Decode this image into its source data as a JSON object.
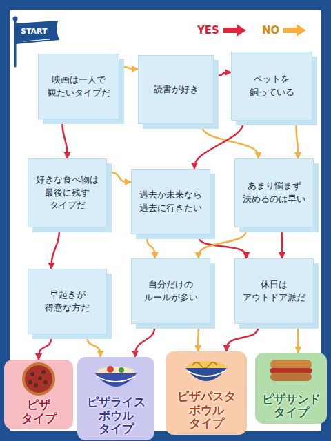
{
  "diagram": {
    "nodes": [
      {
        "text": [
          "映画は一人で 観たいタイプだ"
        ]
      },
      {
        "text": [
          "読書が好き"
        ]
      },
      {
        "text": [
          "ペットを 飼っている"
        ]
      },
      {
        "text": [
          "好きな食べ物は 最後に残す タイプだ"
        ]
      },
      {
        "text": [
          "過去か未来なら 過去に行きたい"
        ]
      },
      {
        "text": [
          "あまり悩まず 決めるのは早い"
        ]
      },
      {
        "text": [
          "早起きが 得意な方だ"
        ]
      },
      {
        "text": [
          "自分だけの ルールが多い"
        ]
      },
      {
        "text": [
          "休日は アウトドア派だ"
        ]
      },
      {
        "text": [
          "ピザ タイプ"
        ]
      },
      {
        "text": [
          "ピザライス ボウル タイプ"
        ]
      },
      {
        "text": [
          "ピザパスタ ボウル タイプ"
        ]
      },
      {
        "text": [
          "ピザサンド タイプ"
        ]
      }
    ],
    "edges": [
      {
        "from": 0,
        "to": 1,
        "arrow": "to"
      },
      {
        "from": 0,
        "to": 3,
        "arrow": "to"
      },
      {
        "from": 1,
        "to": 2,
        "arrow": "to"
      },
      {
        "from": 1,
        "to": 5,
        "arrow": "to"
      },
      {
        "from": 2,
        "to": 4,
        "arrow": "to"
      },
      {
        "from": 2,
        "to": 5,
        "arrow": "to"
      },
      {
        "from": 3,
        "to": 6,
        "arrow": "to"
      },
      {
        "from": 3,
        "to": 4,
        "arrow": "to"
      },
      {
        "from": 4,
        "to": 8,
        "arrow": "to"
      },
      {
        "from": 4,
        "to": 7,
        "arrow": "to"
      },
      {
        "from": 5,
        "to": 8,
        "arrow": "to"
      },
      {
        "from": 5,
        "to": 7,
        "arrow": "to"
      },
      {
        "from": 6,
        "to": 9,
        "arrow": "to"
      },
      {
        "from": 6,
        "to": 10,
        "arrow": "to"
      },
      {
        "from": 7,
        "to": 10,
        "arrow": "to"
      },
      {
        "from": 7,
        "to": 11,
        "arrow": "to"
      },
      {
        "from": 8,
        "to": 11,
        "arrow": "to"
      },
      {
        "from": 8,
        "to": 12,
        "arrow": "to"
      }
    ],
    "labels": [
      "START"
    ],
    "legend": [
      {
        "text": "YES",
        "color": "#e0263c"
      },
      {
        "text": "NO",
        "color": "#f5b042"
      }
    ]
  }
}
